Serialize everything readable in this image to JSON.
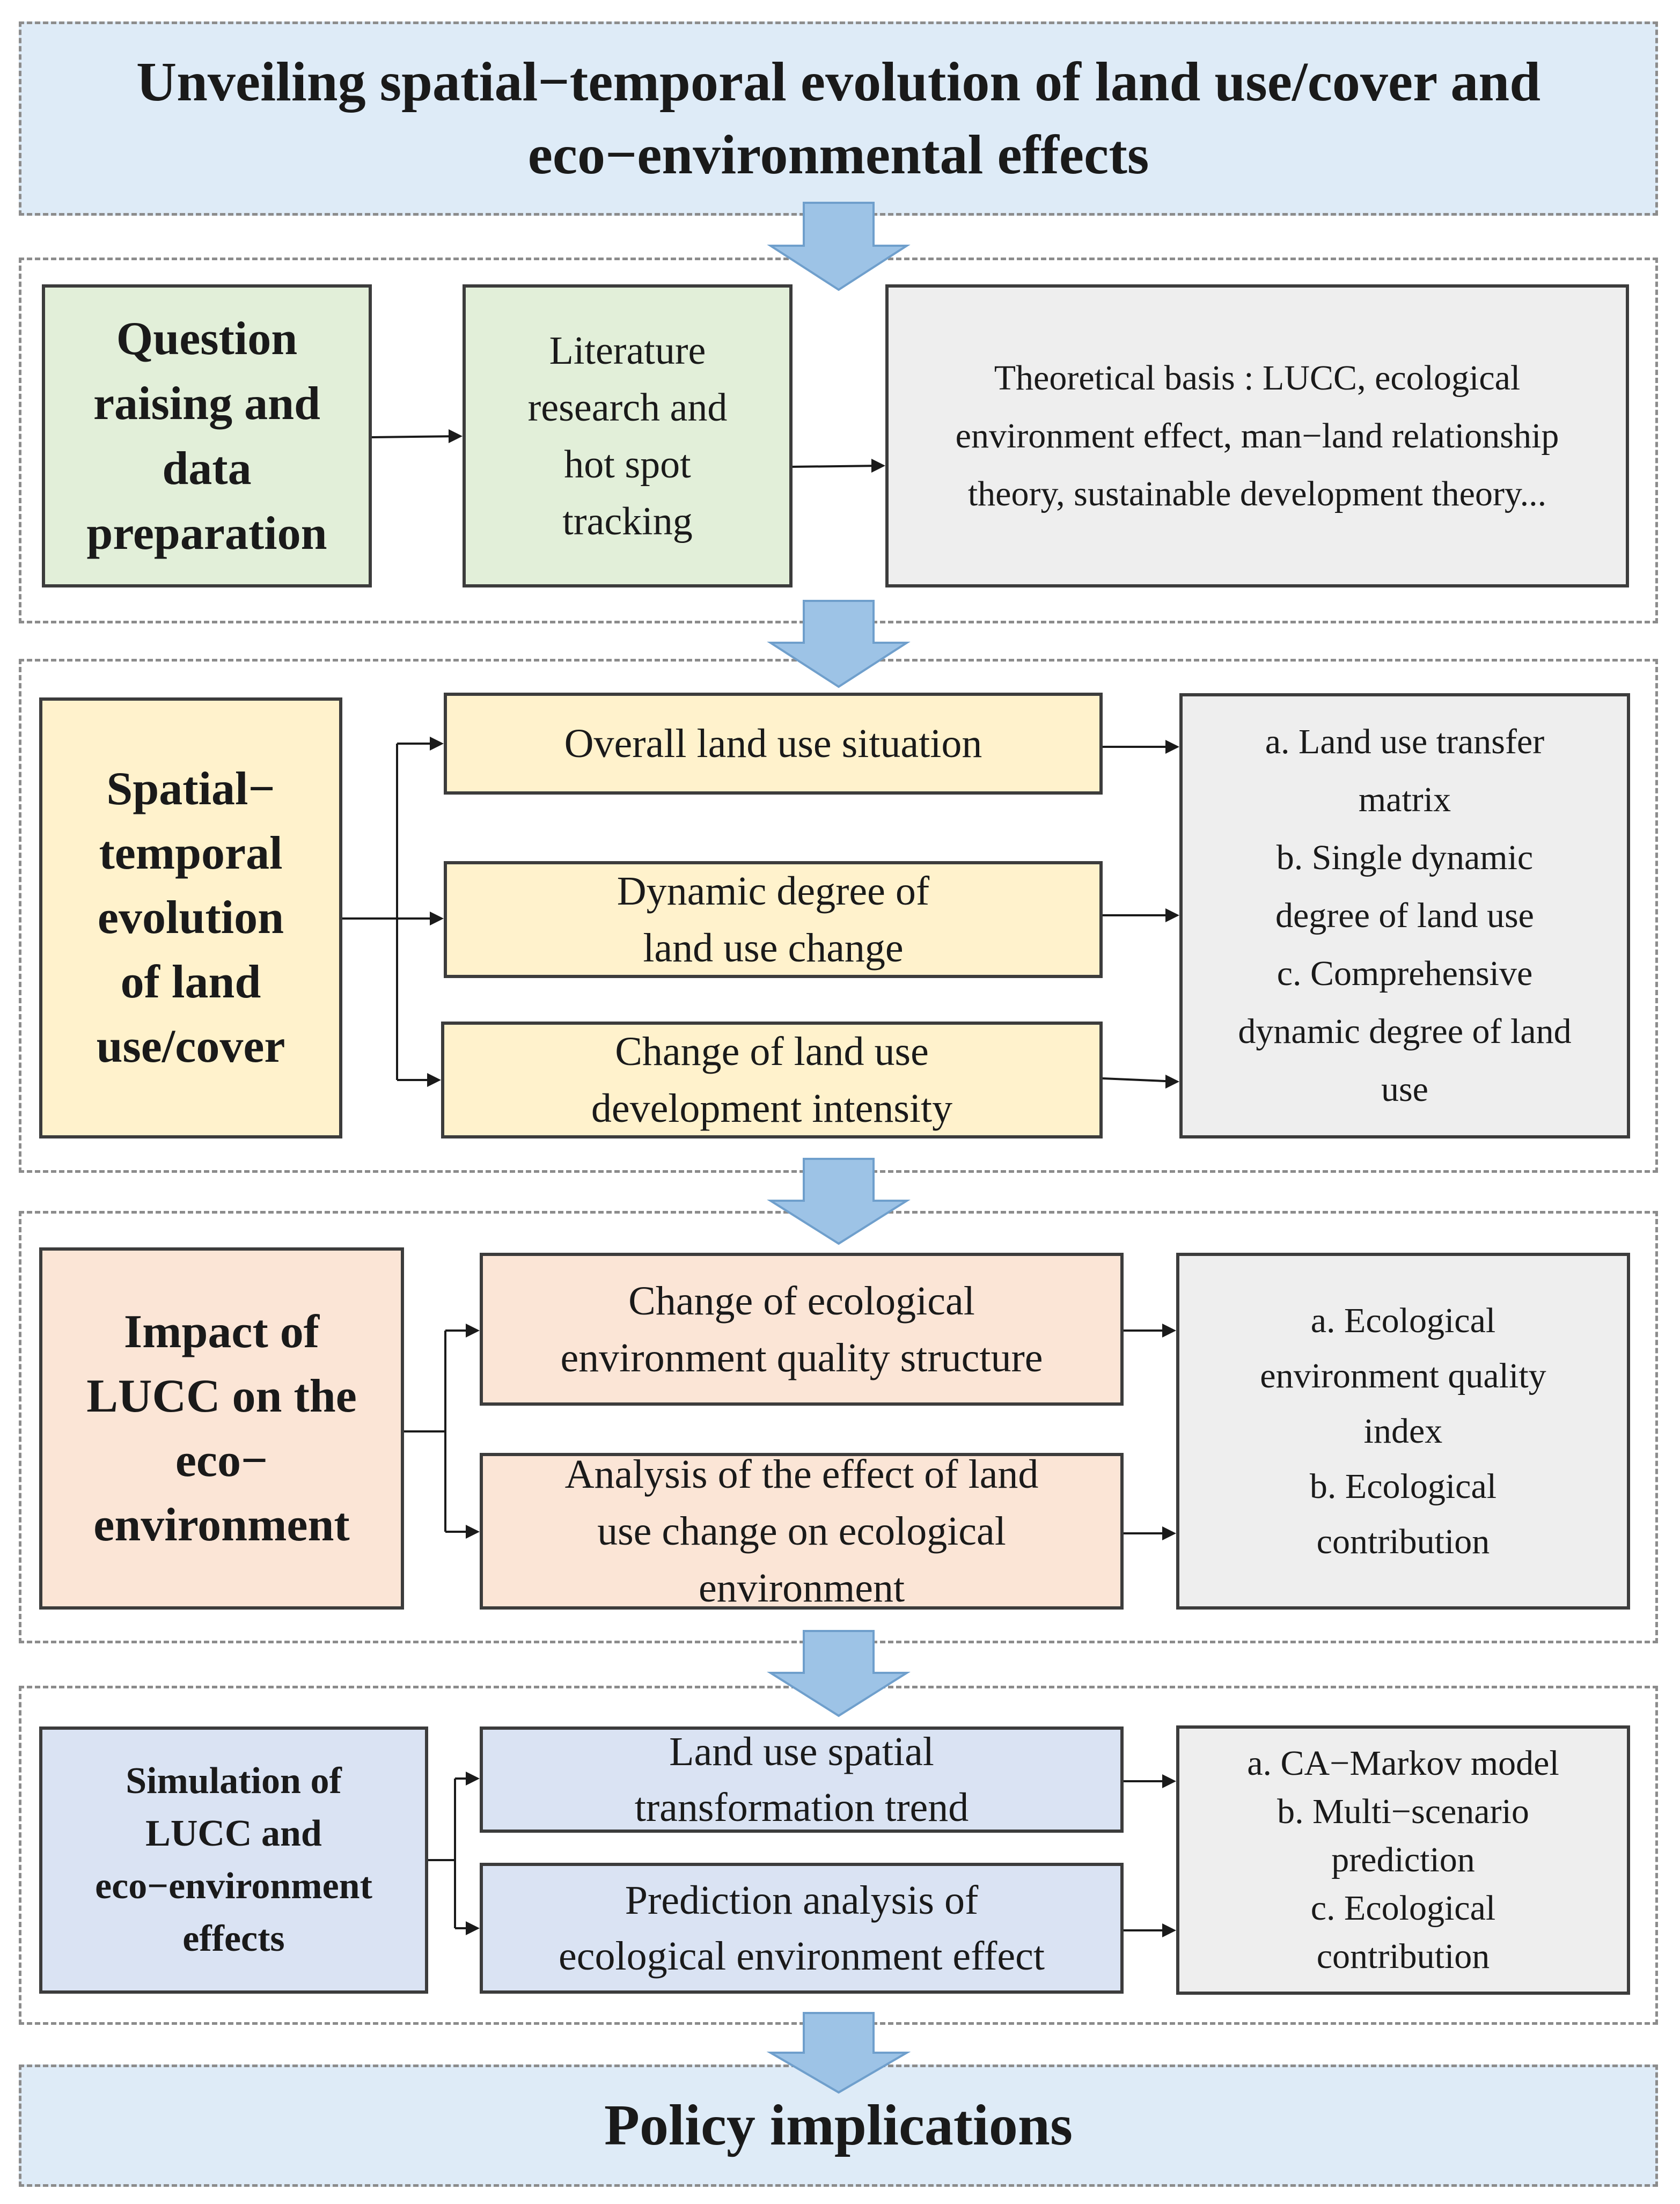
{
  "title": {
    "line1": "Unveiling spatial−temporal evolution of land use/cover and",
    "line2": "eco−environmental effects"
  },
  "section1": {
    "heading": "Question\nraising and\ndata\npreparation",
    "literature": "Literature\nresearch  and\nhot spot\ntracking",
    "theory": "Theoretical  basis : LUCC,  ecological\nenvironment effect, man−land relationship\ntheory, sustainable development theory..."
  },
  "section2": {
    "heading": "Spatial−\ntemporal\nevolution\nof land\nuse/cover",
    "items": [
      "Overall  land  use  situation",
      "Dynamic  degree  of\nland  use  change",
      "Change  of  land  use\ndevelopment  intensity"
    ],
    "methods": "a. Land use transfer\nmatrix\nb. Single dynamic\ndegree of land use\nc. Comprehensive\ndynamic degree of land\nuse"
  },
  "section3": {
    "heading": "Impact of\nLUCC on the\neco−\nenvironment",
    "items": [
      "Change  of  ecological\nenvironment  quality  structure",
      "Analysis  of  the  effect  of  land\nuse  change  on  ecological\nenvironment"
    ],
    "methods": "a. Ecological\nenvironment quality\nindex\nb. Ecological\ncontribution"
  },
  "section4": {
    "heading": "Simulation of\nLUCC and\neco−environment\neffects",
    "items": [
      "Land  use  spatial\ntransformation  trend",
      "Prediction  analysis  of\necological  environment  effect"
    ],
    "methods": "a. CA−Markov model\nb. Multi−scenario\nprediction\nc. Ecological\ncontribution"
  },
  "footer": {
    "label": "Policy implications"
  },
  "colors": {
    "banner": "#deebf7",
    "green": "#e2efd9",
    "gray": "#eeeeee",
    "yellow": "#fff2cc",
    "peach": "#fbe5d6",
    "blue": "#dae3f3",
    "flow_arrow": "#9dc3e6"
  }
}
